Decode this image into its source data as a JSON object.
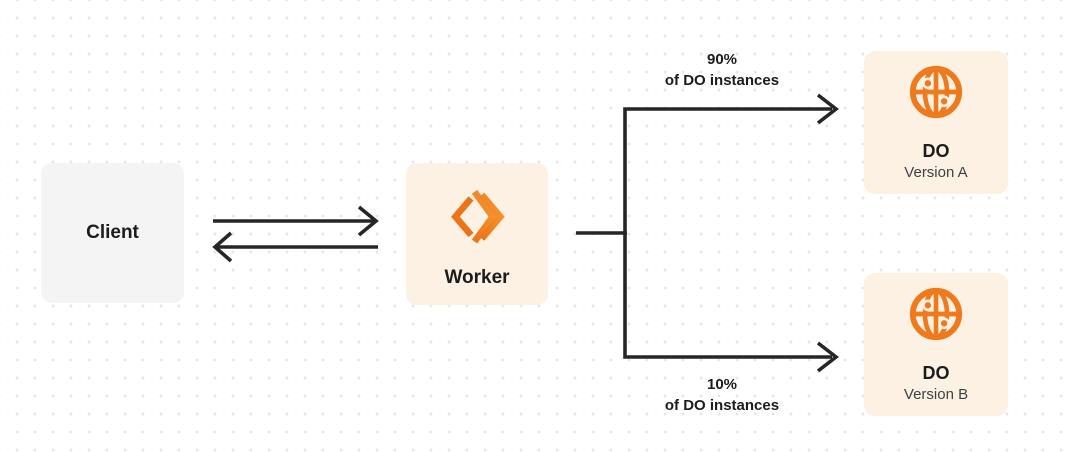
{
  "diagram": {
    "client": {
      "label": "Client"
    },
    "worker": {
      "label": "Worker",
      "icon": "workers-chevrons-icon"
    },
    "routes": {
      "top": {
        "percent": "90%",
        "caption": "of DO instances"
      },
      "bottom": {
        "percent": "10%",
        "caption": "of DO instances"
      }
    },
    "durable_objects": {
      "a": {
        "title": "DO",
        "subtitle": "Version A",
        "icon": "globe-icon"
      },
      "b": {
        "title": "DO",
        "subtitle": "Version B",
        "icon": "globe-icon"
      }
    }
  },
  "colors": {
    "accent_orange": "#EE7A1D",
    "node_cream": "#FCF1E3",
    "node_gray": "#F4F4F5",
    "connector_dark": "#262626",
    "text_primary": "#1C1C1F",
    "text_secondary": "#3F3F46",
    "dot_grid": "#E5E5E8",
    "background": "#FFFFFF"
  }
}
